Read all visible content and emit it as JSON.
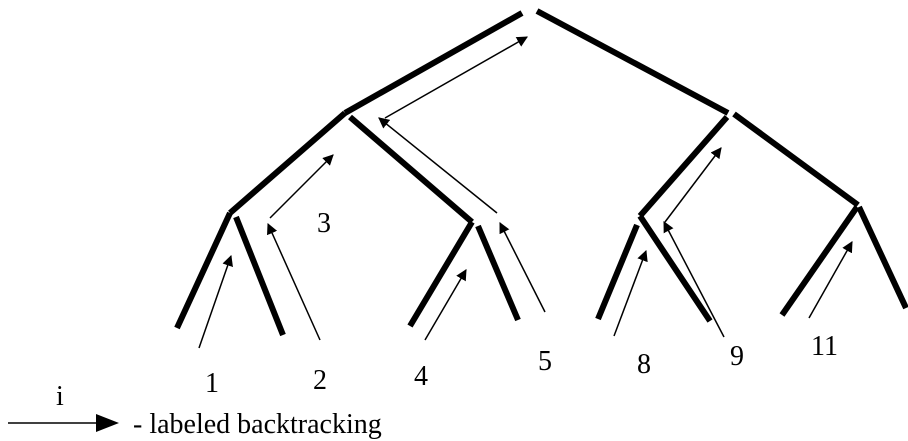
{
  "diagram": {
    "step_labels": [
      "1",
      "2",
      "3",
      "4",
      "5",
      "8",
      "9",
      "11"
    ]
  },
  "legend": {
    "symbol_label": "i",
    "text": "- labeled backtracking"
  }
}
